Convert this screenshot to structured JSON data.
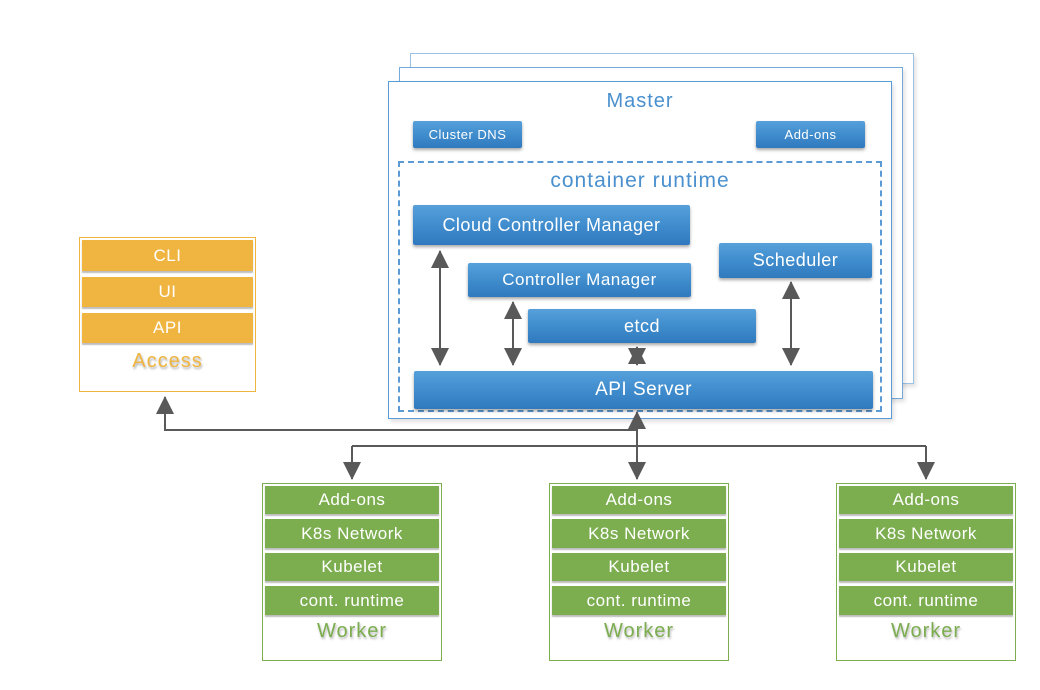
{
  "master": {
    "title": "Master",
    "buttons": {
      "cluster_dns": "Cluster DNS",
      "addons": "Add-ons"
    },
    "container_runtime": {
      "title": "container runtime",
      "cloud_controller_manager": "Cloud Controller Manager",
      "controller_manager": "Controller Manager",
      "scheduler": "Scheduler",
      "etcd": "etcd",
      "api_server": "API Server"
    }
  },
  "access": {
    "cli": "CLI",
    "ui": "UI",
    "api": "API",
    "label": "Access"
  },
  "worker": {
    "addons": "Add-ons",
    "k8s_network": "K8s Network",
    "kubelet": "Kubelet",
    "cont_runtime": "cont. runtime",
    "label": "Worker"
  },
  "colors": {
    "blue_box_top": "#56a0db",
    "blue_box_bottom": "#3079be",
    "blue_border": "#5b9bd5",
    "blue_heading_text": "#4a90ce",
    "orange": "#f0b541",
    "green": "#7cae50",
    "arrow_gray": "#595959",
    "background": "#ffffff"
  }
}
